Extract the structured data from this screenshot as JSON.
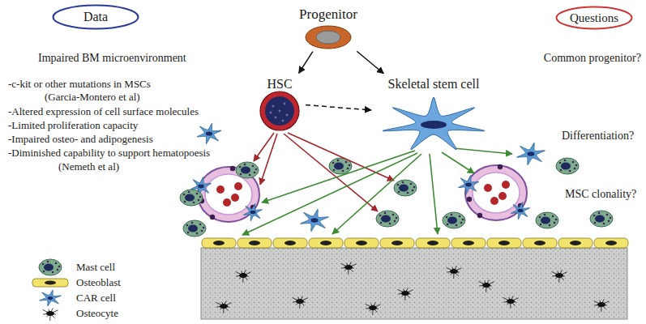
{
  "diagram": {
    "nodes": [
      {
        "text": [
          "Data"
        ]
      },
      {
        "text": [
          "Questions"
        ]
      },
      {
        "text": [
          "Progenitor"
        ]
      },
      {
        "text": [
          "HSC"
        ]
      },
      {
        "text": [
          "Skeletal stem cell"
        ]
      }
    ],
    "edges": [
      {
        "from": 2,
        "to": 3,
        "arrow": "to"
      },
      {
        "from": 2,
        "to": 4,
        "arrow": "to"
      },
      {
        "from": 3,
        "to": 4,
        "arrow": "to"
      }
    ],
    "labels": [
      "Impaired BM microenvironment",
      "-c-kit or other mutations in MSCs",
      "(Garcia-Montero et al)",
      "-Altered expression of cell surface molecules",
      "-Limited proliferation capacity",
      "-Impaired osteo- and adipogenesis",
      "-Diminished capability to support hematopoesis",
      "(Nemeth et al)",
      "Common progenitor?",
      "Differentiation?",
      "MSC clonality?"
    ],
    "legend": [
      {
        "text": "Mast cell"
      },
      {
        "text": "Osteoblast"
      },
      {
        "text": "CAR cell"
      },
      {
        "text": "Osteocyte"
      }
    ]
  }
}
